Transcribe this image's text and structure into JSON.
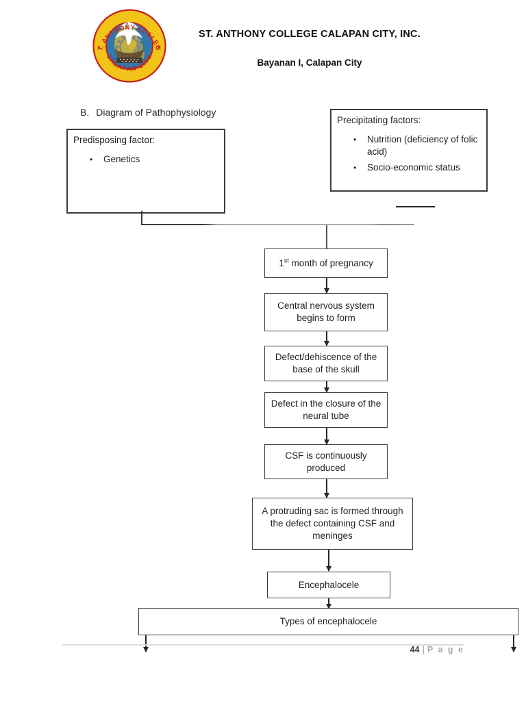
{
  "header": {
    "college_name": "ST. ANTHONY COLLEGE CALAPAN CITY, INC.",
    "address": "Bayanan I, Calapan City",
    "logo": {
      "seal_top_text": "ST. ANTHONY COLLEGE",
      "seal_bottom_text": "CALAPAN CITY",
      "star_glyph": "✶",
      "colors": {
        "band_yellow": "#F2C318",
        "seal_red": "#C42020",
        "inner_blue": "#3079AE",
        "dove_white": "#FFFFFF",
        "gear_gray": "#8E8E86"
      }
    }
  },
  "section_heading": {
    "prefix": "B.",
    "title": "Diagram of Pathophysiology"
  },
  "factors": {
    "bullet": "•",
    "predisposing": {
      "title": "Predisposing factor:",
      "items": [
        "Genetics"
      ]
    },
    "precipitating": {
      "title": "Precipitating factors:",
      "items": [
        "Nutrition (deficiency of folic acid)",
        "Socio-economic status"
      ]
    }
  },
  "flowchart": {
    "steps": [
      {
        "num": "1",
        "sup": "st",
        "rest": " month of pregnancy",
        "text": "1st month of pregnancy"
      },
      {
        "text": "Central nervous system begins to form"
      },
      {
        "text": "Defect/dehiscence of the base of the skull"
      },
      {
        "text": "Defect in the closure of the neural tube"
      },
      {
        "text": "CSF is continuously produced"
      },
      {
        "text": "A protruding sac is formed through the defect containing CSF and meninges"
      },
      {
        "text": "Encephalocele"
      },
      {
        "text": "Types of encephalocele"
      }
    ]
  },
  "footer": {
    "page_number": "44",
    "separator": "|",
    "page_word": "P a g e"
  }
}
